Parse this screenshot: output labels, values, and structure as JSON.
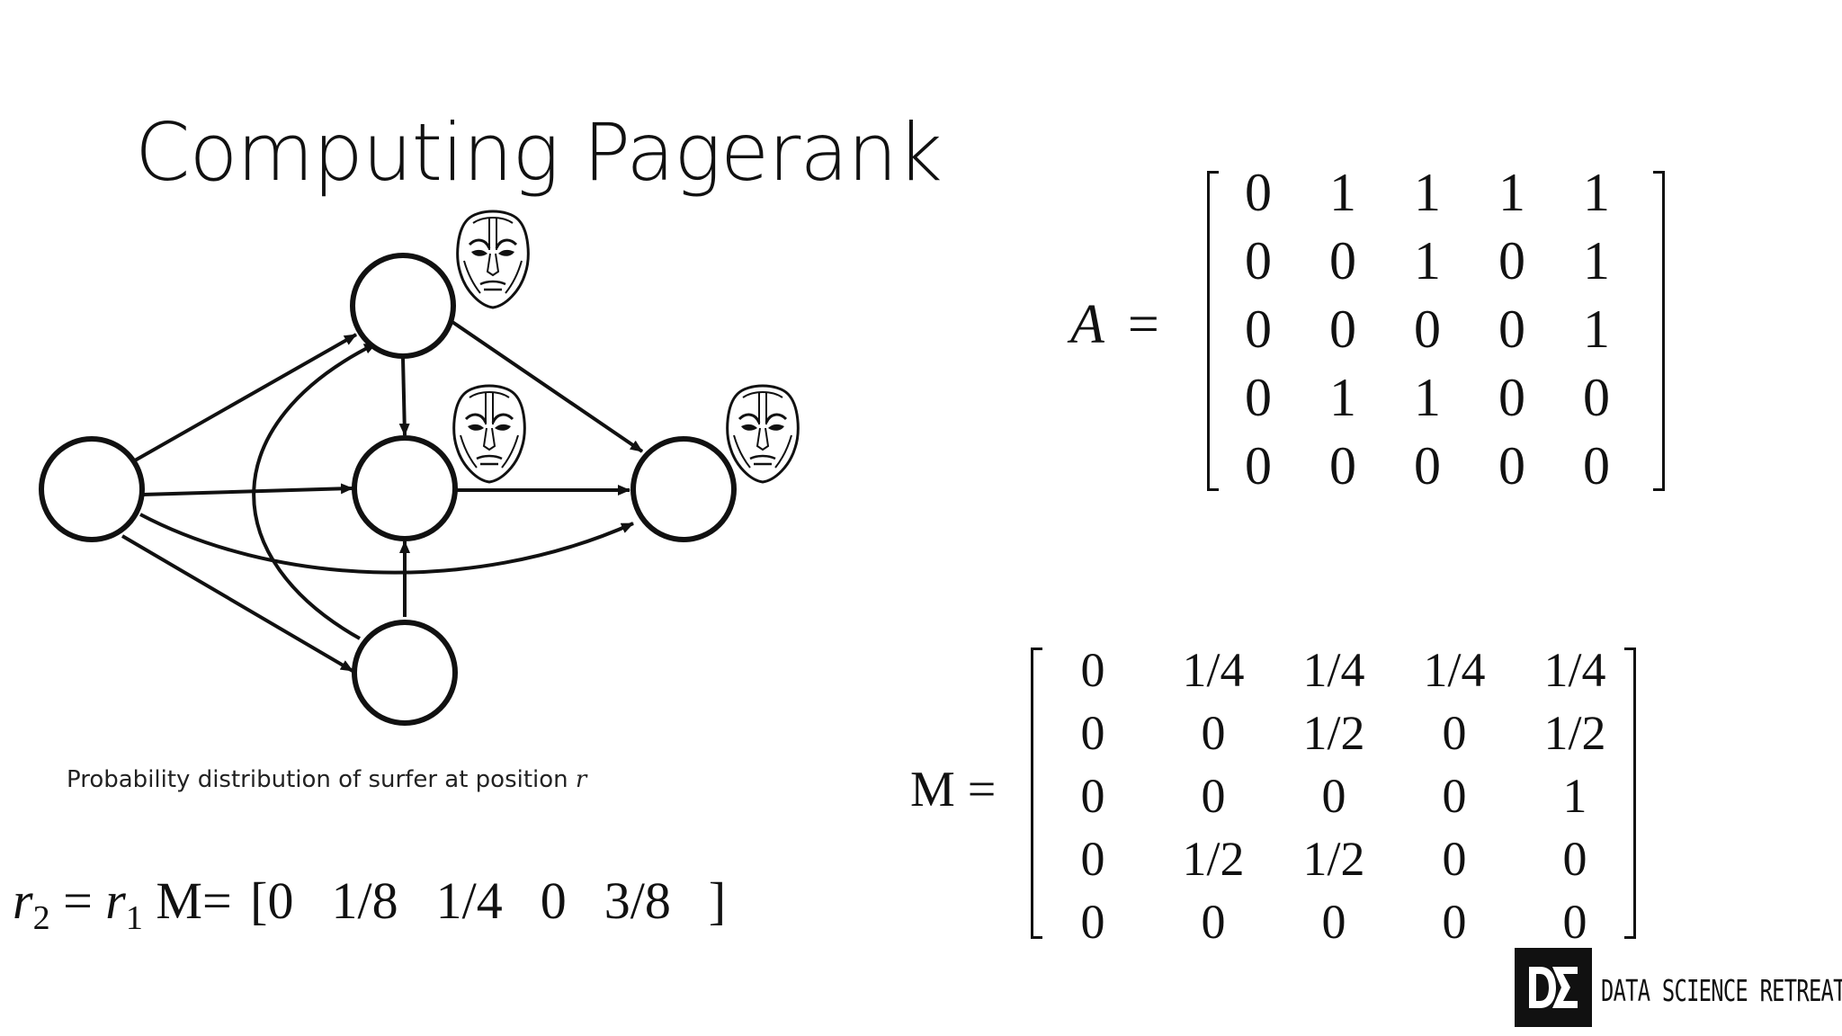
{
  "slide": {
    "title": "Computing Pagerank",
    "caption_text": "Probability distribution of surfer at position ",
    "caption_var": "r",
    "logo_text": "DATA SCIENCE RETREAT"
  },
  "equation": {
    "r2": "r",
    "r2_sub": "2",
    "equals": " = ",
    "r1": "r",
    "r1_sub": "1",
    "M_eq": " M= ",
    "open": "[",
    "close": "]",
    "values": [
      "0",
      "1/8",
      "1/4",
      "0",
      "3/8"
    ]
  },
  "matrix_A": {
    "label": "A",
    "equals": "=",
    "rows": [
      [
        "0",
        "1",
        "1",
        "1",
        "1"
      ],
      [
        "0",
        "0",
        "1",
        "0",
        "1"
      ],
      [
        "0",
        "0",
        "0",
        "0",
        "1"
      ],
      [
        "0",
        "1",
        "1",
        "0",
        "0"
      ],
      [
        "0",
        "0",
        "0",
        "0",
        "0"
      ]
    ]
  },
  "matrix_M": {
    "label": "M =",
    "rows": [
      [
        "0",
        "1/4",
        "1/4",
        "1/4",
        "1/4"
      ],
      [
        "0",
        "0",
        "1/2",
        "0",
        "1/2"
      ],
      [
        "0",
        "0",
        "0",
        "0",
        "1"
      ],
      [
        "0",
        "1/2",
        "1/2",
        "0",
        "0"
      ],
      [
        "0",
        "0",
        "0",
        "0",
        "0"
      ]
    ]
  },
  "graph": {
    "nodes": [
      "left",
      "top",
      "middle",
      "right",
      "bottom"
    ],
    "surfer_icons_on": [
      "top",
      "middle",
      "right"
    ]
  }
}
